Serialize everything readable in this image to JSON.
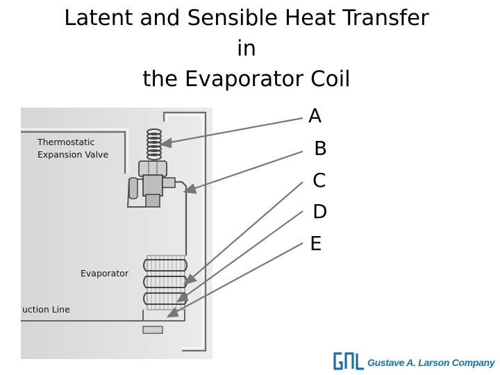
{
  "title": {
    "line1": "Latent and Sensible Heat Transfer",
    "line2": "in",
    "line3": "the Evaporator Coil"
  },
  "diagram": {
    "labels": {
      "valve_line1": "Thermostatic",
      "valve_line2": "Expansion Valve",
      "evaporator": "Evaporator",
      "suction": "uction Line"
    }
  },
  "letters": [
    "A",
    "B",
    "C",
    "D",
    "E"
  ],
  "logo": {
    "text": "Gustave A. Larson Company",
    "color": "#1b6fa8"
  }
}
